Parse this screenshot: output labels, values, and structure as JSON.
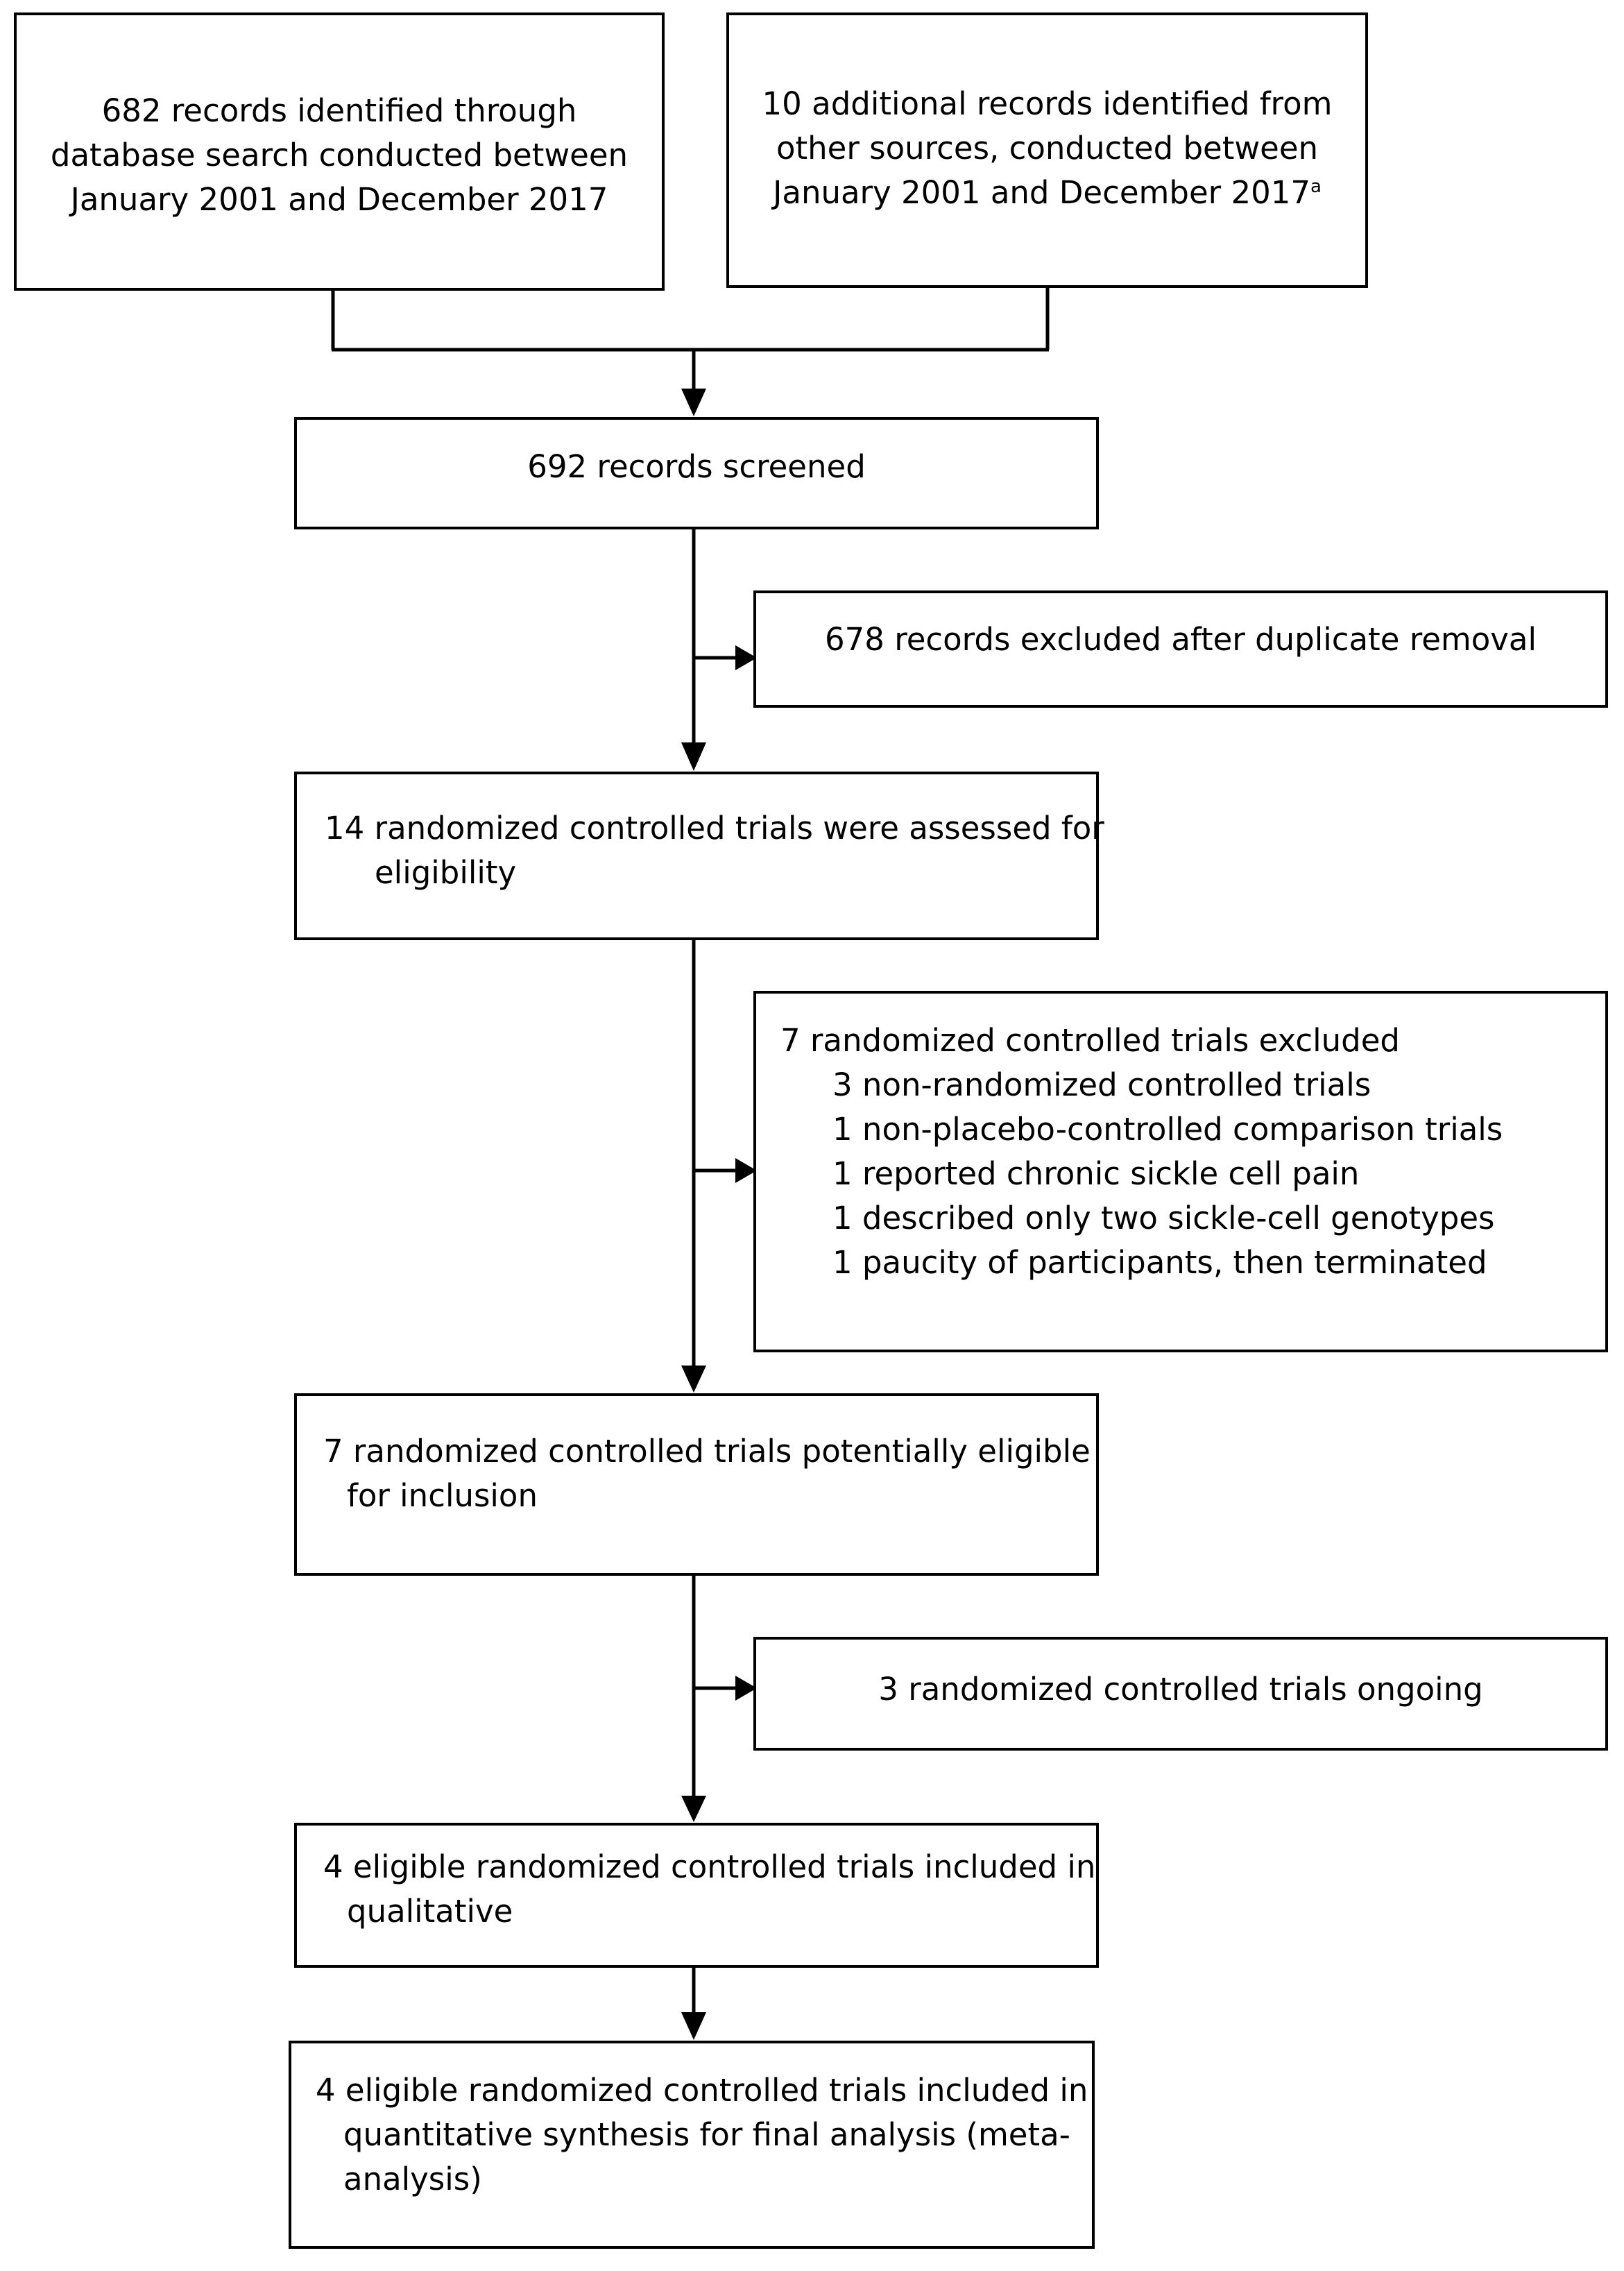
{
  "boxes": {
    "database_search": {
      "lines": [
        "682 records identified through",
        "database search conducted between",
        "January 2001 and December 2017"
      ]
    },
    "other_sources": {
      "lines": [
        "10 additional records identified from",
        "other sources, conducted between",
        "January 2001 and December 2017"
      ],
      "superscript": "a"
    },
    "screened": {
      "text": "692 records screened"
    },
    "excluded_duplicates": {
      "text": "678 records excluded after duplicate removal"
    },
    "assessed": {
      "lines": [
        "14 randomized controlled trials were assessed for",
        "eligibility"
      ]
    },
    "excluded_trials": {
      "title": "7 randomized controlled trials excluded",
      "items": [
        "3 non-randomized controlled trials",
        "1 non-placebo-controlled comparison trials",
        "1 reported chronic sickle cell pain",
        "1 described only two sickle-cell genotypes",
        "1 paucity of participants, then terminated"
      ]
    },
    "potentially_eligible": {
      "lines": [
        "7 randomized controlled trials potentially eligible",
        "for inclusion"
      ]
    },
    "ongoing": {
      "text": "3 randomized controlled trials ongoing"
    },
    "qualitative": {
      "lines": [
        "4 eligible randomized controlled trials included in",
        "qualitative"
      ]
    },
    "quantitative": {
      "lines": [
        "4 eligible randomized controlled trials included in",
        "quantitative synthesis for final analysis (meta-",
        "analysis)"
      ]
    }
  }
}
